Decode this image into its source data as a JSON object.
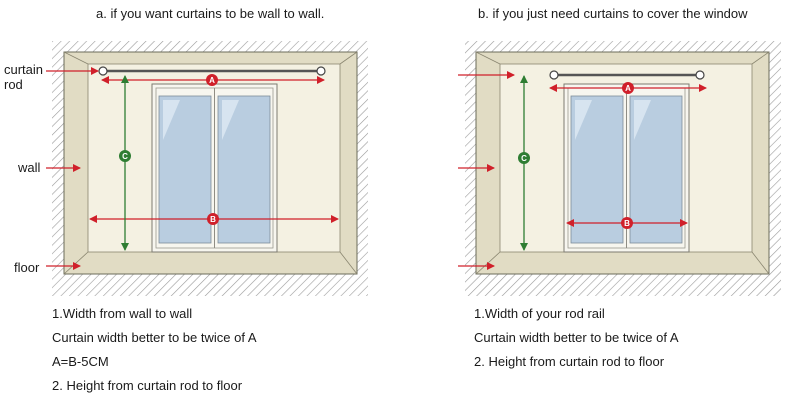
{
  "panel_a": {
    "title": "a. if you want curtains to be wall to wall.",
    "labels": {
      "curtain_rod_line1": "curtain",
      "curtain_rod_line2": "rod",
      "wall": "wall",
      "floor": "floor"
    },
    "markers": {
      "a": "A",
      "b": "B",
      "c": "C"
    },
    "notes": [
      "1.Width from wall to wall",
      "Curtain width better to be twice of A",
      "A=B-5CM",
      "2. Height from curtain rod to floor"
    ]
  },
  "panel_b": {
    "title": "b. if you just need curtains to cover the window",
    "markers": {
      "a": "A",
      "b": "B",
      "c": "C"
    },
    "notes": [
      "1.Width of your rod rail",
      "Curtain width better to be twice of A",
      "2. Height from curtain rod to floor"
    ]
  },
  "colors": {
    "arrow_red": "#d0202a",
    "dimension_green": "#2e7d32",
    "wall_face": "#f4f1e2",
    "room_side": "#e1dcc4",
    "glass": "#b9cde0",
    "hatch": "#9a9a9a"
  }
}
